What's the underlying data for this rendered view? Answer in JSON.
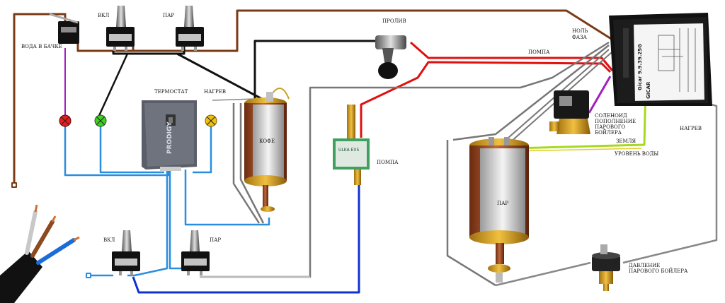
{
  "labels": {
    "water_tank": "ВОДА В БАЧКЕ",
    "switch_on_top": "ВКЛ",
    "switch_steam_top": "ПАР",
    "spill": "ПРОЛИВ",
    "neutral": "НОЛЬ",
    "phase": "ФАЗА",
    "pump_top": "ПОМПА",
    "thermostat": "ТЕРМОСТАТ",
    "heating_mid": "НАГРЕВ",
    "coffee": "КОФЕ",
    "pump_mid": "ПОМПА",
    "solenoid_1": "СОЛЕНОИД",
    "solenoid_2": "ПОПОЛНЕНИЕ",
    "solenoid_3": "ПАРОВОГО",
    "solenoid_4": "БОЙЛЕРА",
    "ground": "ЗЕМЛЯ",
    "water_level": "УРОВЕНЬ ВОДЫ",
    "heating_right": "НАГРЕВ",
    "steam_boiler": "ПАР",
    "switch_on_bottom": "ВКЛ",
    "switch_steam_bottom": "ПАР",
    "pressure_1": "ДАВЛЕНИЕ",
    "pressure_2": "ПАРОВОГО БОЙЛЕРА"
  },
  "components": {
    "thermostat_brand": "PRODIGY",
    "pump_model": "ULKA EX5",
    "controller_model": "Gicar 9.9.39.25G",
    "controller_brand": "GICAR"
  },
  "wire_colors": {
    "brown": "#7a3b14",
    "black": "#111111",
    "red": "#e01010",
    "blue_light": "#2a8ee0",
    "blue_dark": "#1030d0",
    "gray": "#8a8a8a",
    "purple": "#a020c0",
    "yellow_green": "#a8d820"
  },
  "lamp_colors": {
    "red": "#e02020",
    "green": "#40d020",
    "yellow": "#f0c010"
  }
}
